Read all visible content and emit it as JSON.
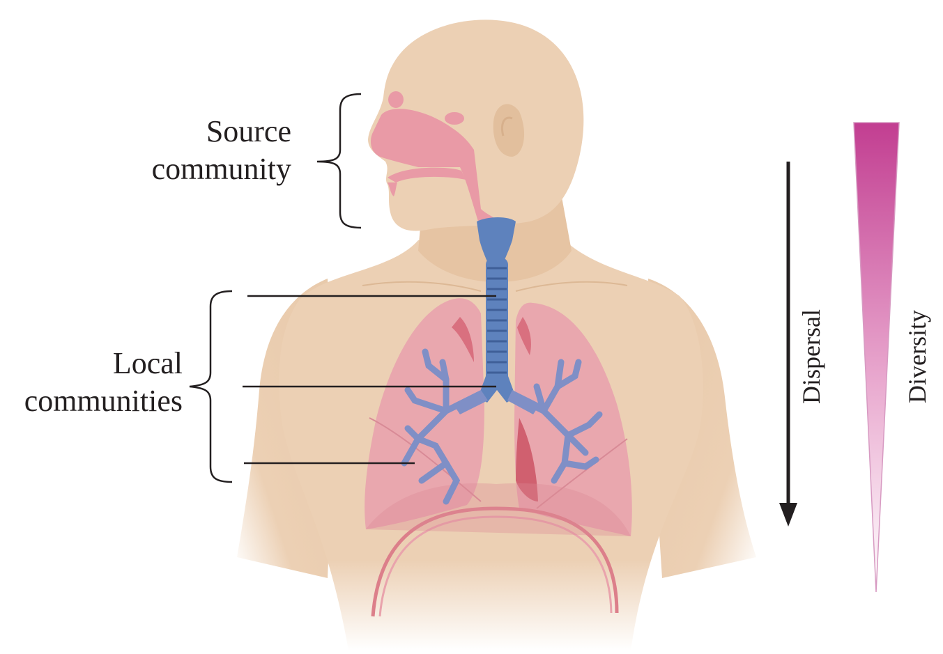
{
  "labels": {
    "source_line1": "Source",
    "source_line2": "community",
    "local_line1": "Local",
    "local_line2": "communities",
    "dispersal": "Dispersal",
    "diversity": "Diversity"
  },
  "colors": {
    "skin": "#ecd0b4",
    "skin_shadow": "#e2bf9d",
    "airway_pink": "#e99aa6",
    "lung_fill": "#e8a3ae",
    "lung_dark": "#d9707f",
    "trachea_blue": "#5e82bd",
    "trachea_dark": "#3f5f98",
    "bronchi": "#7f8fc6",
    "gradient_top": "#c23e91",
    "gradient_bottom": "#ffffff",
    "text": "#231f20"
  },
  "icons": {
    "figure": "human-respiratory-tract-illustration",
    "arrow": "down-arrow",
    "triangle": "diversity-gradient-wedge"
  }
}
